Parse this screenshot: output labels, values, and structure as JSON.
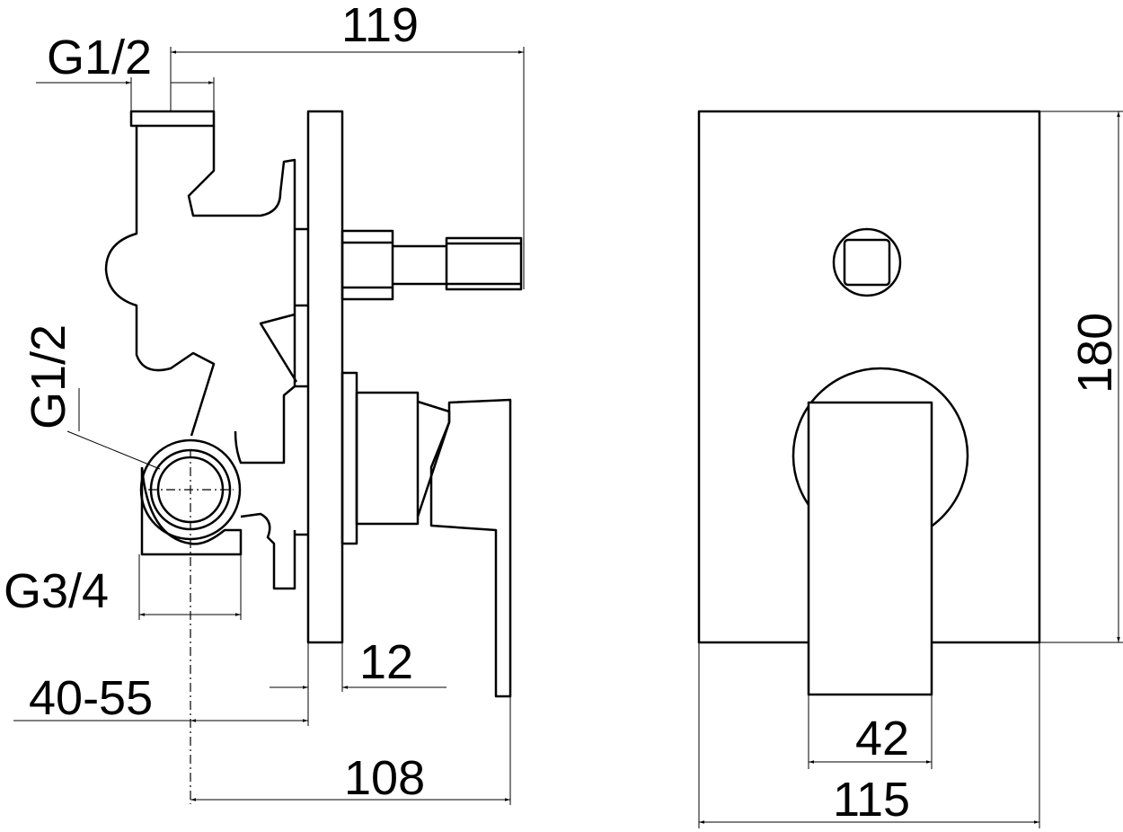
{
  "dimensions": {
    "inlet_top": "G1/2",
    "overall_depth_top": "119",
    "inlet_side": "G1/2",
    "outlet": "G3/4",
    "wall_depth": "40-55",
    "plate_thickness": "12",
    "overall_depth_bottom": "108",
    "plate_height": "180",
    "handle_width": "42",
    "plate_width": "115"
  }
}
